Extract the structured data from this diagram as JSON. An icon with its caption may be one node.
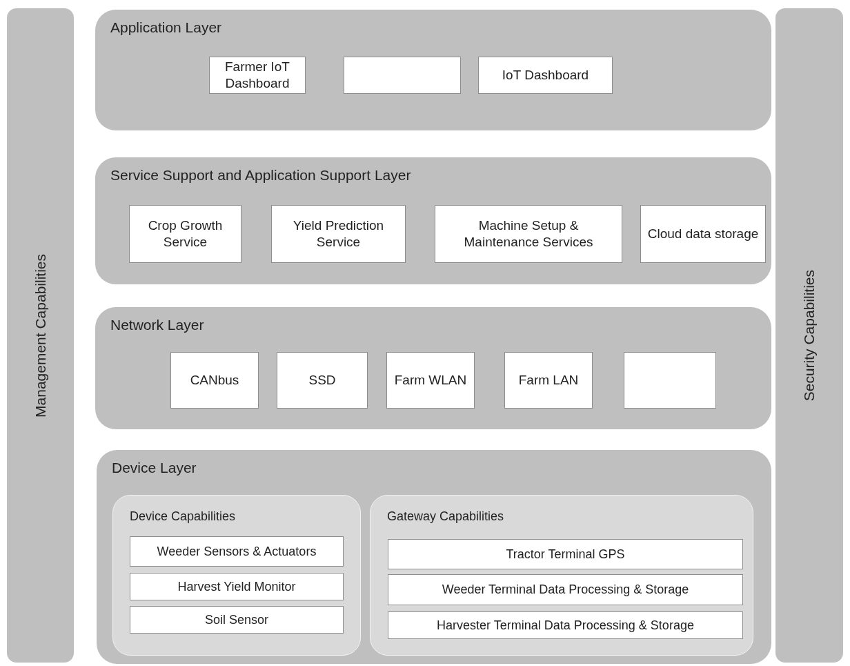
{
  "diagram": {
    "nodes": [
      {
        "text": [
          "Management Capabilities"
        ]
      },
      {
        "text": [
          "Application Layer"
        ]
      },
      {
        "text": [
          "Farmer IoT Dashboard"
        ],
        "in": 1
      },
      {
        "text": [],
        "shape": "box",
        "in": 1
      },
      {
        "text": [
          "IoT Dashboard"
        ],
        "in": 1
      },
      {
        "text": [
          "Service Support and Application Support Layer"
        ]
      },
      {
        "text": [
          "Crop Growth Service"
        ],
        "in": 5
      },
      {
        "text": [
          "Yield Prediction Service"
        ],
        "in": 5
      },
      {
        "text": [
          "Machine Setup & Maintenance Services"
        ],
        "in": 5
      },
      {
        "text": [
          "Cloud data storage"
        ],
        "in": 5
      },
      {
        "text": [
          "Network Layer"
        ]
      },
      {
        "text": [
          "CANbus"
        ],
        "in": 10
      },
      {
        "text": [
          "SSD"
        ],
        "in": 10
      },
      {
        "text": [
          "Farm WLAN"
        ],
        "in": 10
      },
      {
        "text": [
          "Farm LAN"
        ],
        "in": 10
      },
      {
        "text": [],
        "shape": "box",
        "in": 10
      },
      {
        "text": [
          "Device Layer"
        ]
      },
      {
        "text": [
          "Device Capabilities"
        ],
        "in": 16
      },
      {
        "text": [
          "Weeder Sensors & Actuators"
        ],
        "in": 17
      },
      {
        "text": [
          "Harvest Yield Monitor"
        ],
        "in": 17
      },
      {
        "text": [
          "Soil Sensor"
        ],
        "in": 17
      },
      {
        "text": [
          "Gateway Capabilities"
        ],
        "in": 16
      },
      {
        "text": [
          "Tractor Terminal GPS"
        ],
        "in": 21
      },
      {
        "text": [
          "Weeder Terminal Data Processing & Storage"
        ],
        "in": 21
      },
      {
        "text": [
          "Harvester Terminal Data Processing & Storage"
        ],
        "in": 21
      },
      {
        "text": [
          "Security Capabilities"
        ]
      }
    ]
  }
}
